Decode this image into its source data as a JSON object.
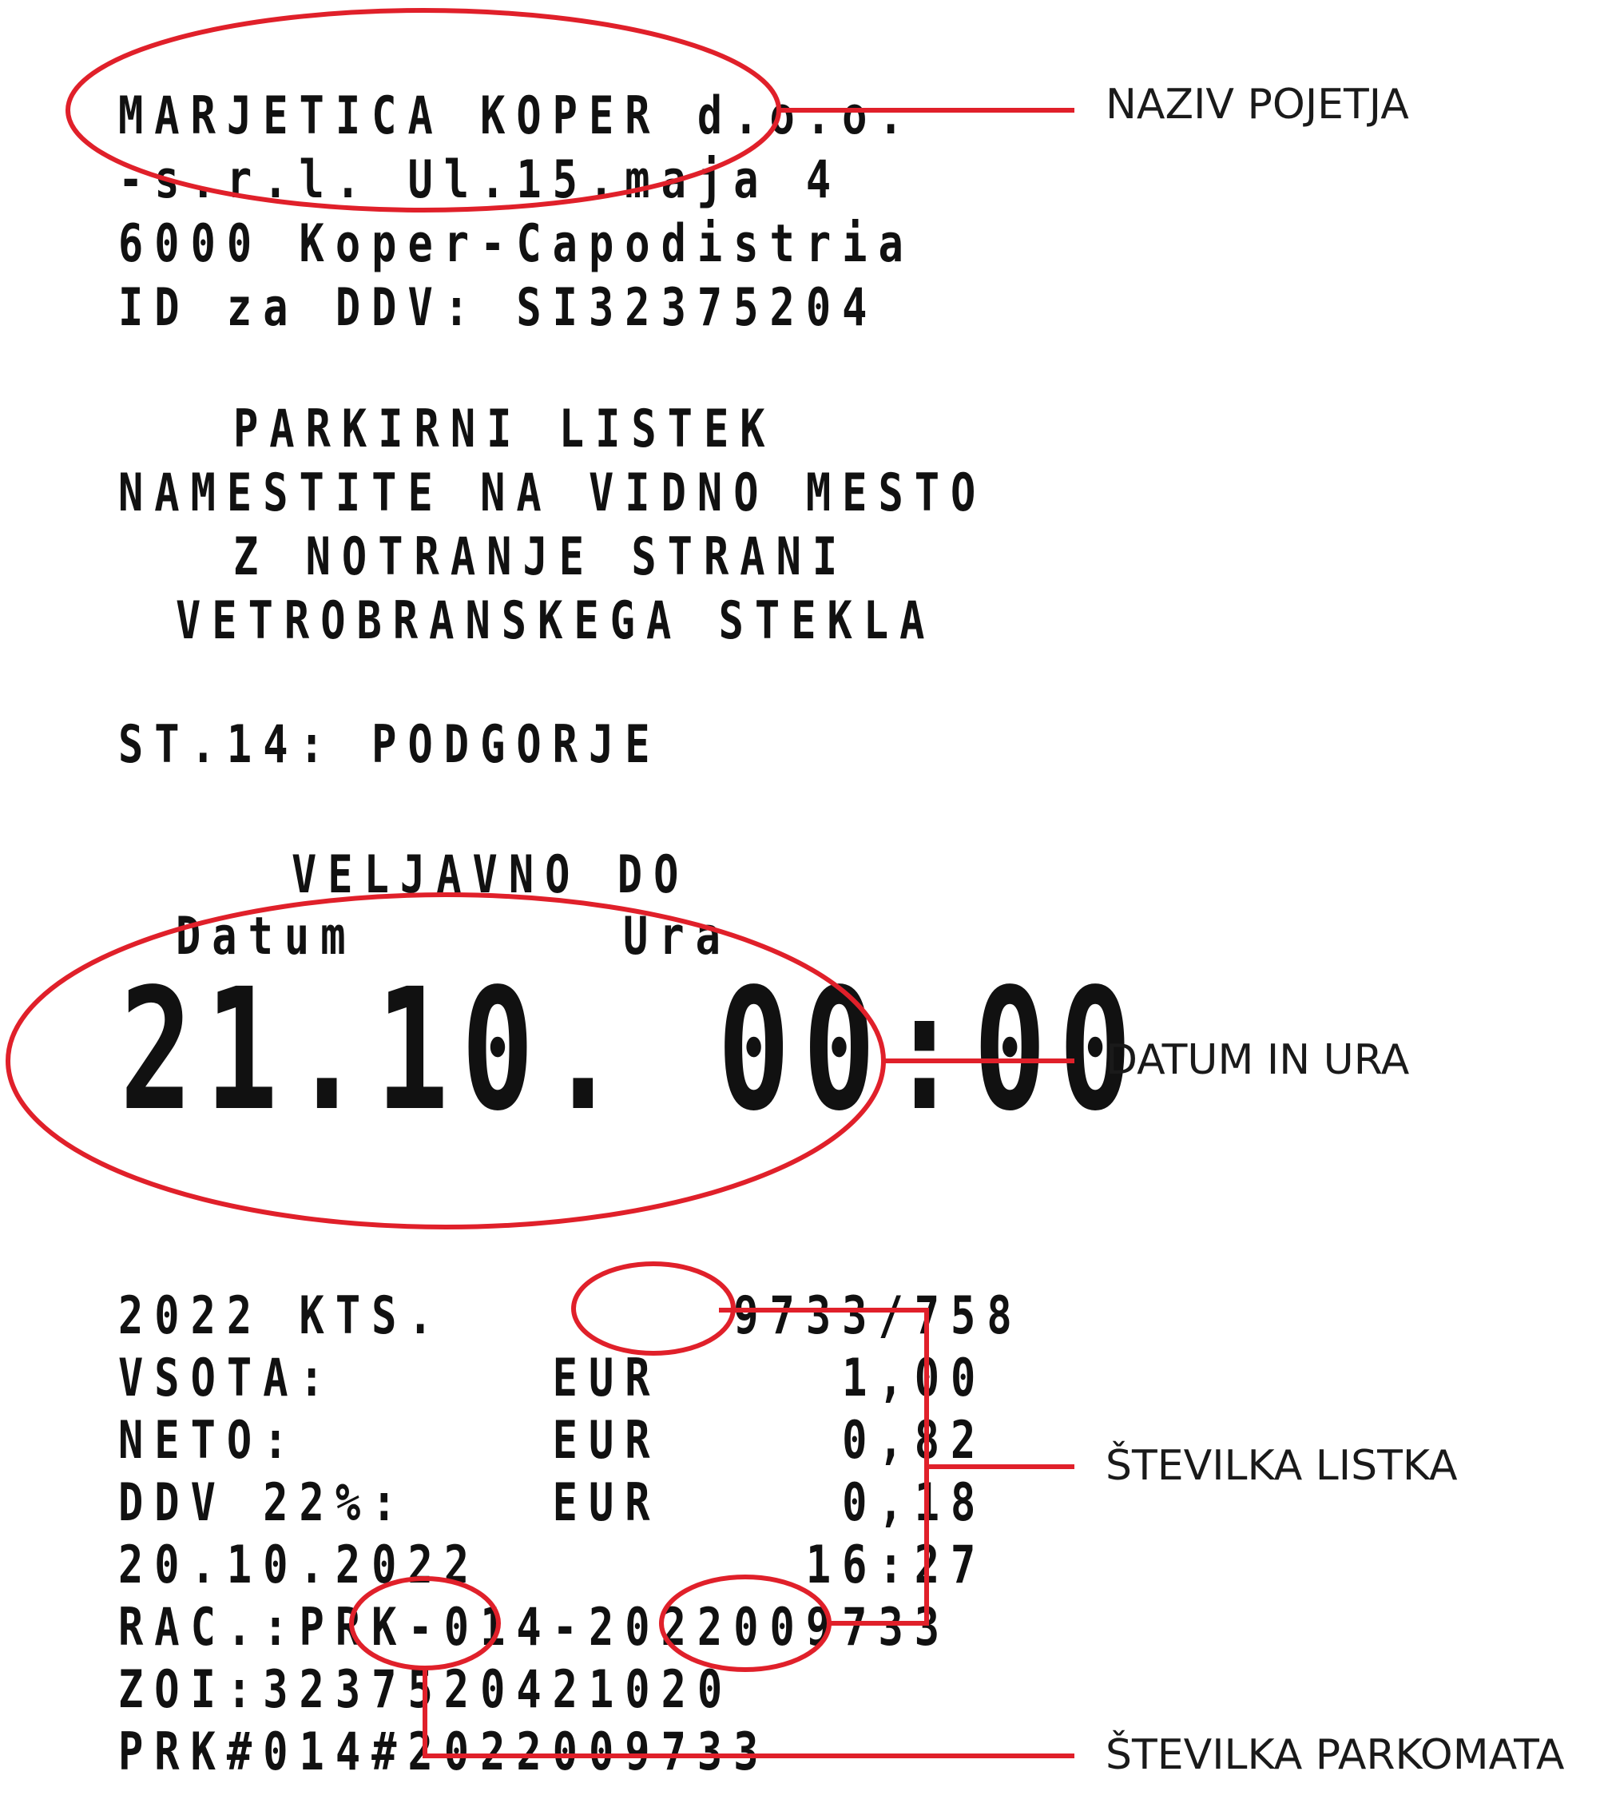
{
  "receipt": {
    "header": [
      "MARJETICA KOPER d.o.o.",
      "-s.r.l. Ul.15.maja 4",
      "6000 Koper-Capodistria",
      "ID za DDV: SI32375204"
    ],
    "title": "PARKIRNI LISTEK",
    "notice": [
      "NAMESTITE NA VIDNO MESTO",
      "Z NOTRANJE STRANI",
      "VETROBRANSKEGA STEKLA"
    ],
    "station": "ST.14: PODGORJE",
    "valid_label": "VELJAVNO DO",
    "date_label": "Datum",
    "time_label": "Ura",
    "valid_datetime": "21.10. 00:00",
    "lines": [
      "2022 KTS.        9733/758",
      "VSOTA:      EUR     1,00",
      "NETO:       EUR     0,82",
      "DDV 22%:    EUR     0,18",
      "20.10.2022         16:27",
      "RAC.:PRK-014-2022009733",
      "ZOI:3237520421020",
      "PRK#014#2022009733"
    ]
  },
  "annotations": {
    "company": "NAZIV POJETJA",
    "datetime": "DATUM IN URA",
    "ticket_number": "ŠTEVILKA LISTKA",
    "meter_number": "ŠTEVILKA PARKOMATA"
  },
  "colors": {
    "annotation": "#e0202a",
    "text": "#111111"
  }
}
